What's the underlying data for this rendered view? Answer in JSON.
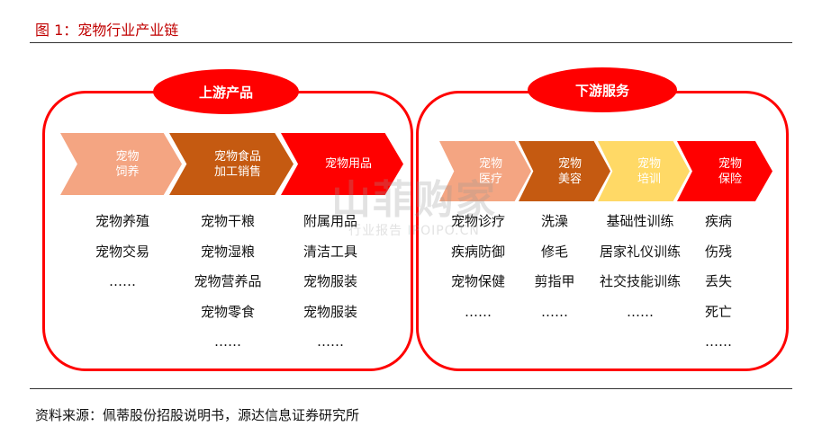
{
  "figure_title": "图 1：宠物行业产业链",
  "source": "资料来源：佩蒂股份招股说明书，源达信息证券研究所",
  "watermark": {
    "main": "山菲购家",
    "sub": "行业报告 IPOIPO.CN"
  },
  "colors": {
    "red": "#ff0000",
    "salmon": "#f4a582",
    "brown": "#c55a11",
    "yellow": "#ffd966"
  },
  "upstream": {
    "label": "上游产品",
    "arrows": [
      {
        "label": "宠物\n饲养",
        "color": "#f4a582",
        "text_color": "#ffffff"
      },
      {
        "label": "宠物食品\n加工销售",
        "color": "#c55a11",
        "text_color": "#ffffff"
      },
      {
        "label": "宠物用品",
        "color": "#ff0000",
        "text_color": "#ffffff"
      }
    ],
    "columns": [
      [
        "宠物养殖",
        "宠物交易",
        "……"
      ],
      [
        "宠物干粮",
        "宠物湿粮",
        "宠物营养品",
        "宠物零食",
        "……"
      ],
      [
        "附属用品",
        "清洁工具",
        "宠物服装",
        "宠物服装",
        "……"
      ]
    ]
  },
  "downstream": {
    "label": "下游服务",
    "arrows": [
      {
        "label": "宠物\n医疗",
        "color": "#f4a582",
        "text_color": "#ffffff"
      },
      {
        "label": "宠物\n美容",
        "color": "#c55a11",
        "text_color": "#ffffff"
      },
      {
        "label": "宠物\n培训",
        "color": "#ffd966",
        "text_color": "#ffffff"
      },
      {
        "label": "宠物\n保险",
        "color": "#ff0000",
        "text_color": "#ffffff"
      }
    ],
    "columns": [
      [
        "宠物诊疗",
        "疾病防御",
        "宠物保健",
        "……"
      ],
      [
        "洗澡",
        "修毛",
        "剪指甲",
        "……"
      ],
      [
        "基础性训练",
        "居家礼仪训练",
        "社交技能训练",
        "……"
      ],
      [
        "疾病",
        "伤残",
        "丢失",
        "死亡",
        "……"
      ]
    ]
  }
}
